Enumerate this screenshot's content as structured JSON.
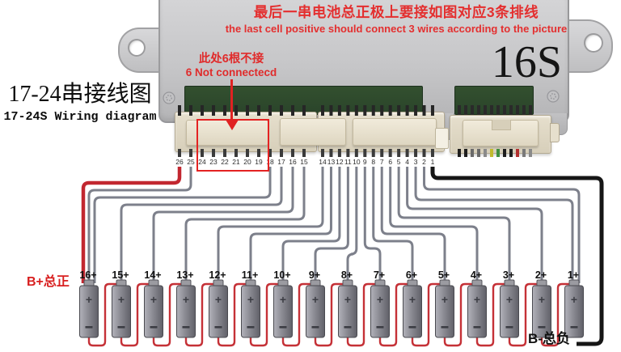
{
  "top_banner": {
    "zh": "最后一串电池总正极上要接如图对应3条排线",
    "en": "the last cell positive should connect 3 wires according to the picture"
  },
  "title": {
    "zh": "17-24串接线图",
    "en": "17-24S Wiring diagram"
  },
  "board": {
    "model": "16S"
  },
  "annotation": {
    "zh": "此处6根不接",
    "en": "6 Not connectecd"
  },
  "labels": {
    "pack_positive": "B+总正",
    "pack_negative": "B-总负"
  },
  "connector": {
    "pin_numbers": [
      26,
      25,
      24,
      23,
      22,
      21,
      20,
      19,
      18,
      17,
      16,
      15,
      14,
      13,
      12,
      11,
      10,
      9,
      8,
      7,
      6,
      5,
      4,
      3,
      2,
      1
    ],
    "left_group": [
      26,
      25,
      24,
      23,
      22,
      21,
      20,
      19,
      18,
      17,
      16,
      15
    ],
    "right_group": [
      14,
      13,
      12,
      11,
      10,
      9,
      8,
      7,
      6,
      5,
      4,
      3,
      2,
      1
    ],
    "not_connected": [
      24,
      23,
      22,
      21,
      20,
      19
    ],
    "aux_pin_colors": [
      "#1e1e1e",
      "#1e1e1e",
      "#6a6a6a",
      "#6a6a6a",
      "#8a8a8a",
      "#c2bb2e",
      "#3f8f3f",
      "#1e1e1e",
      "#1e1e1e",
      "#b22f2f",
      "#7a7a7a",
      "#8a8a8a"
    ]
  },
  "batteries": [
    "16+",
    "15+",
    "14+",
    "13+",
    "12+",
    "11+",
    "10+",
    "9+",
    "8+",
    "7+",
    "6+",
    "5+",
    "4+",
    "3+",
    "2+",
    "1+"
  ],
  "battery_terminals": {
    "positive": "+",
    "negative": "−"
  },
  "wiring": {
    "b_plus": {
      "pin": 26,
      "cell": "16+",
      "color": "red"
    },
    "b_minus": {
      "pin": 1,
      "cell": "1 negative",
      "color": "black"
    },
    "sense": [
      {
        "pin": 25,
        "cell": "16+"
      },
      {
        "pin": 18,
        "cell": "16+"
      },
      {
        "pin": 17,
        "cell": "15+"
      },
      {
        "pin": 16,
        "cell": "14+"
      },
      {
        "pin": 15,
        "cell": "13+"
      },
      {
        "pin": 14,
        "cell": "12+"
      },
      {
        "pin": 13,
        "cell": "11+"
      },
      {
        "pin": 12,
        "cell": "10+"
      },
      {
        "pin": 11,
        "cell": "9+"
      },
      {
        "pin": 10,
        "cell": "8+"
      },
      {
        "pin": 9,
        "cell": "7+"
      },
      {
        "pin": 8,
        "cell": "6+"
      },
      {
        "pin": 7,
        "cell": "5+"
      },
      {
        "pin": 6,
        "cell": "4+"
      },
      {
        "pin": 5,
        "cell": "3+"
      },
      {
        "pin": 4,
        "cell": "2+"
      },
      {
        "pin": 3,
        "cell": "1+"
      },
      {
        "pin": 2,
        "cell": "1+"
      }
    ]
  },
  "colors": {
    "annotation_red": "#e02b2b",
    "red_wire": "#c22730",
    "jumper_red": "#c53137",
    "gray_wire": "#7d808b",
    "black_wire": "#161616",
    "pcb_green": "#2e4a2e",
    "connector_beige": "#e0d9c6"
  }
}
